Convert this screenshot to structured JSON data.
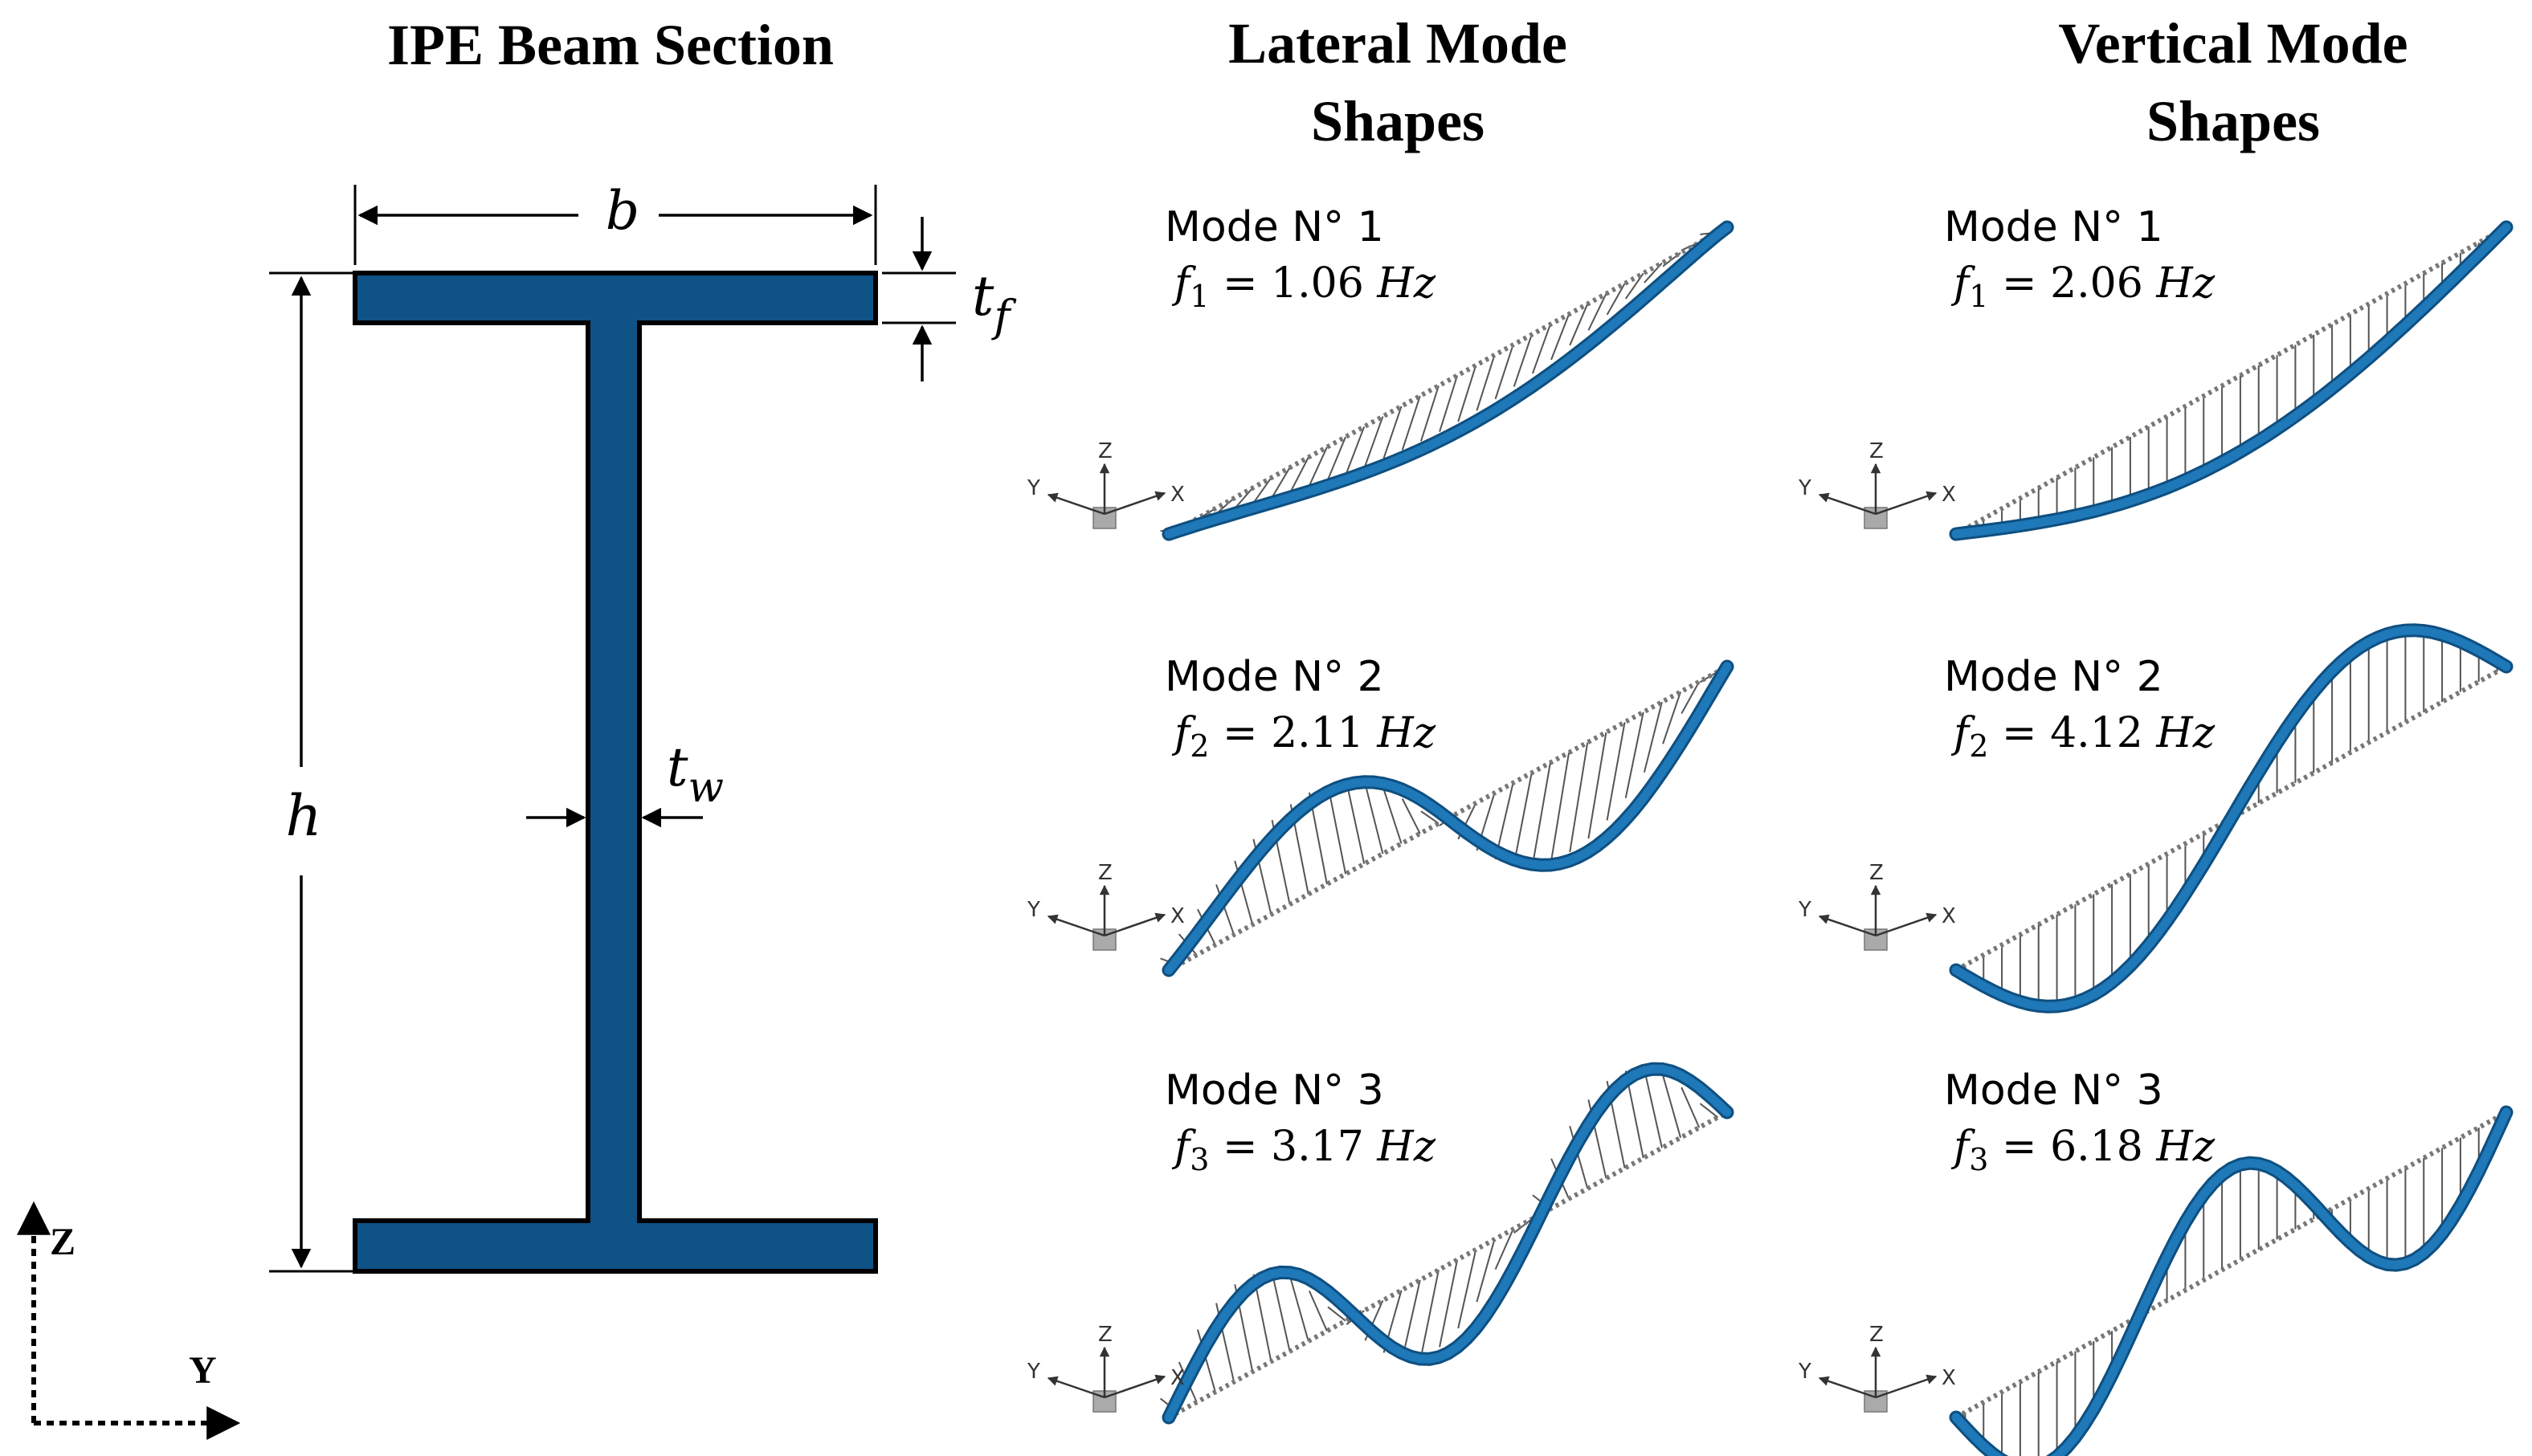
{
  "titles": {
    "section": "IPE Beam Section",
    "lateral_line1": "Lateral Mode",
    "lateral_line2": "Shapes",
    "vertical_line1": "Vertical Mode",
    "vertical_line2": "Shapes"
  },
  "section": {
    "dims": {
      "b": "b",
      "h": "h",
      "t": "t",
      "f": "f",
      "w": "w"
    },
    "axes": {
      "z": "Z",
      "y": "Y"
    },
    "color": "#0f5286"
  },
  "triad": {
    "x": "X",
    "y": "Y",
    "z": "Z"
  },
  "colors": {
    "beam": "#1f78b8",
    "beam_edge": "#0e4f80",
    "hatch": "#555555",
    "dotted": "#777777"
  },
  "lateral": [
    {
      "label": "Mode N° 1",
      "sub": "1",
      "value": "1.06",
      "unit": "Hz"
    },
    {
      "label": "Mode N° 2",
      "sub": "2",
      "value": "2.11",
      "unit": "Hz"
    },
    {
      "label": "Mode N° 3",
      "sub": "3",
      "value": "3.17",
      "unit": "Hz"
    }
  ],
  "vertical": [
    {
      "label": "Mode N° 1",
      "sub": "1",
      "value": "2.06",
      "unit": "Hz"
    },
    {
      "label": "Mode N° 2",
      "sub": "2",
      "value": "4.12",
      "unit": "Hz"
    },
    {
      "label": "Mode N° 3",
      "sub": "3",
      "value": "6.18",
      "unit": "Hz"
    }
  ]
}
